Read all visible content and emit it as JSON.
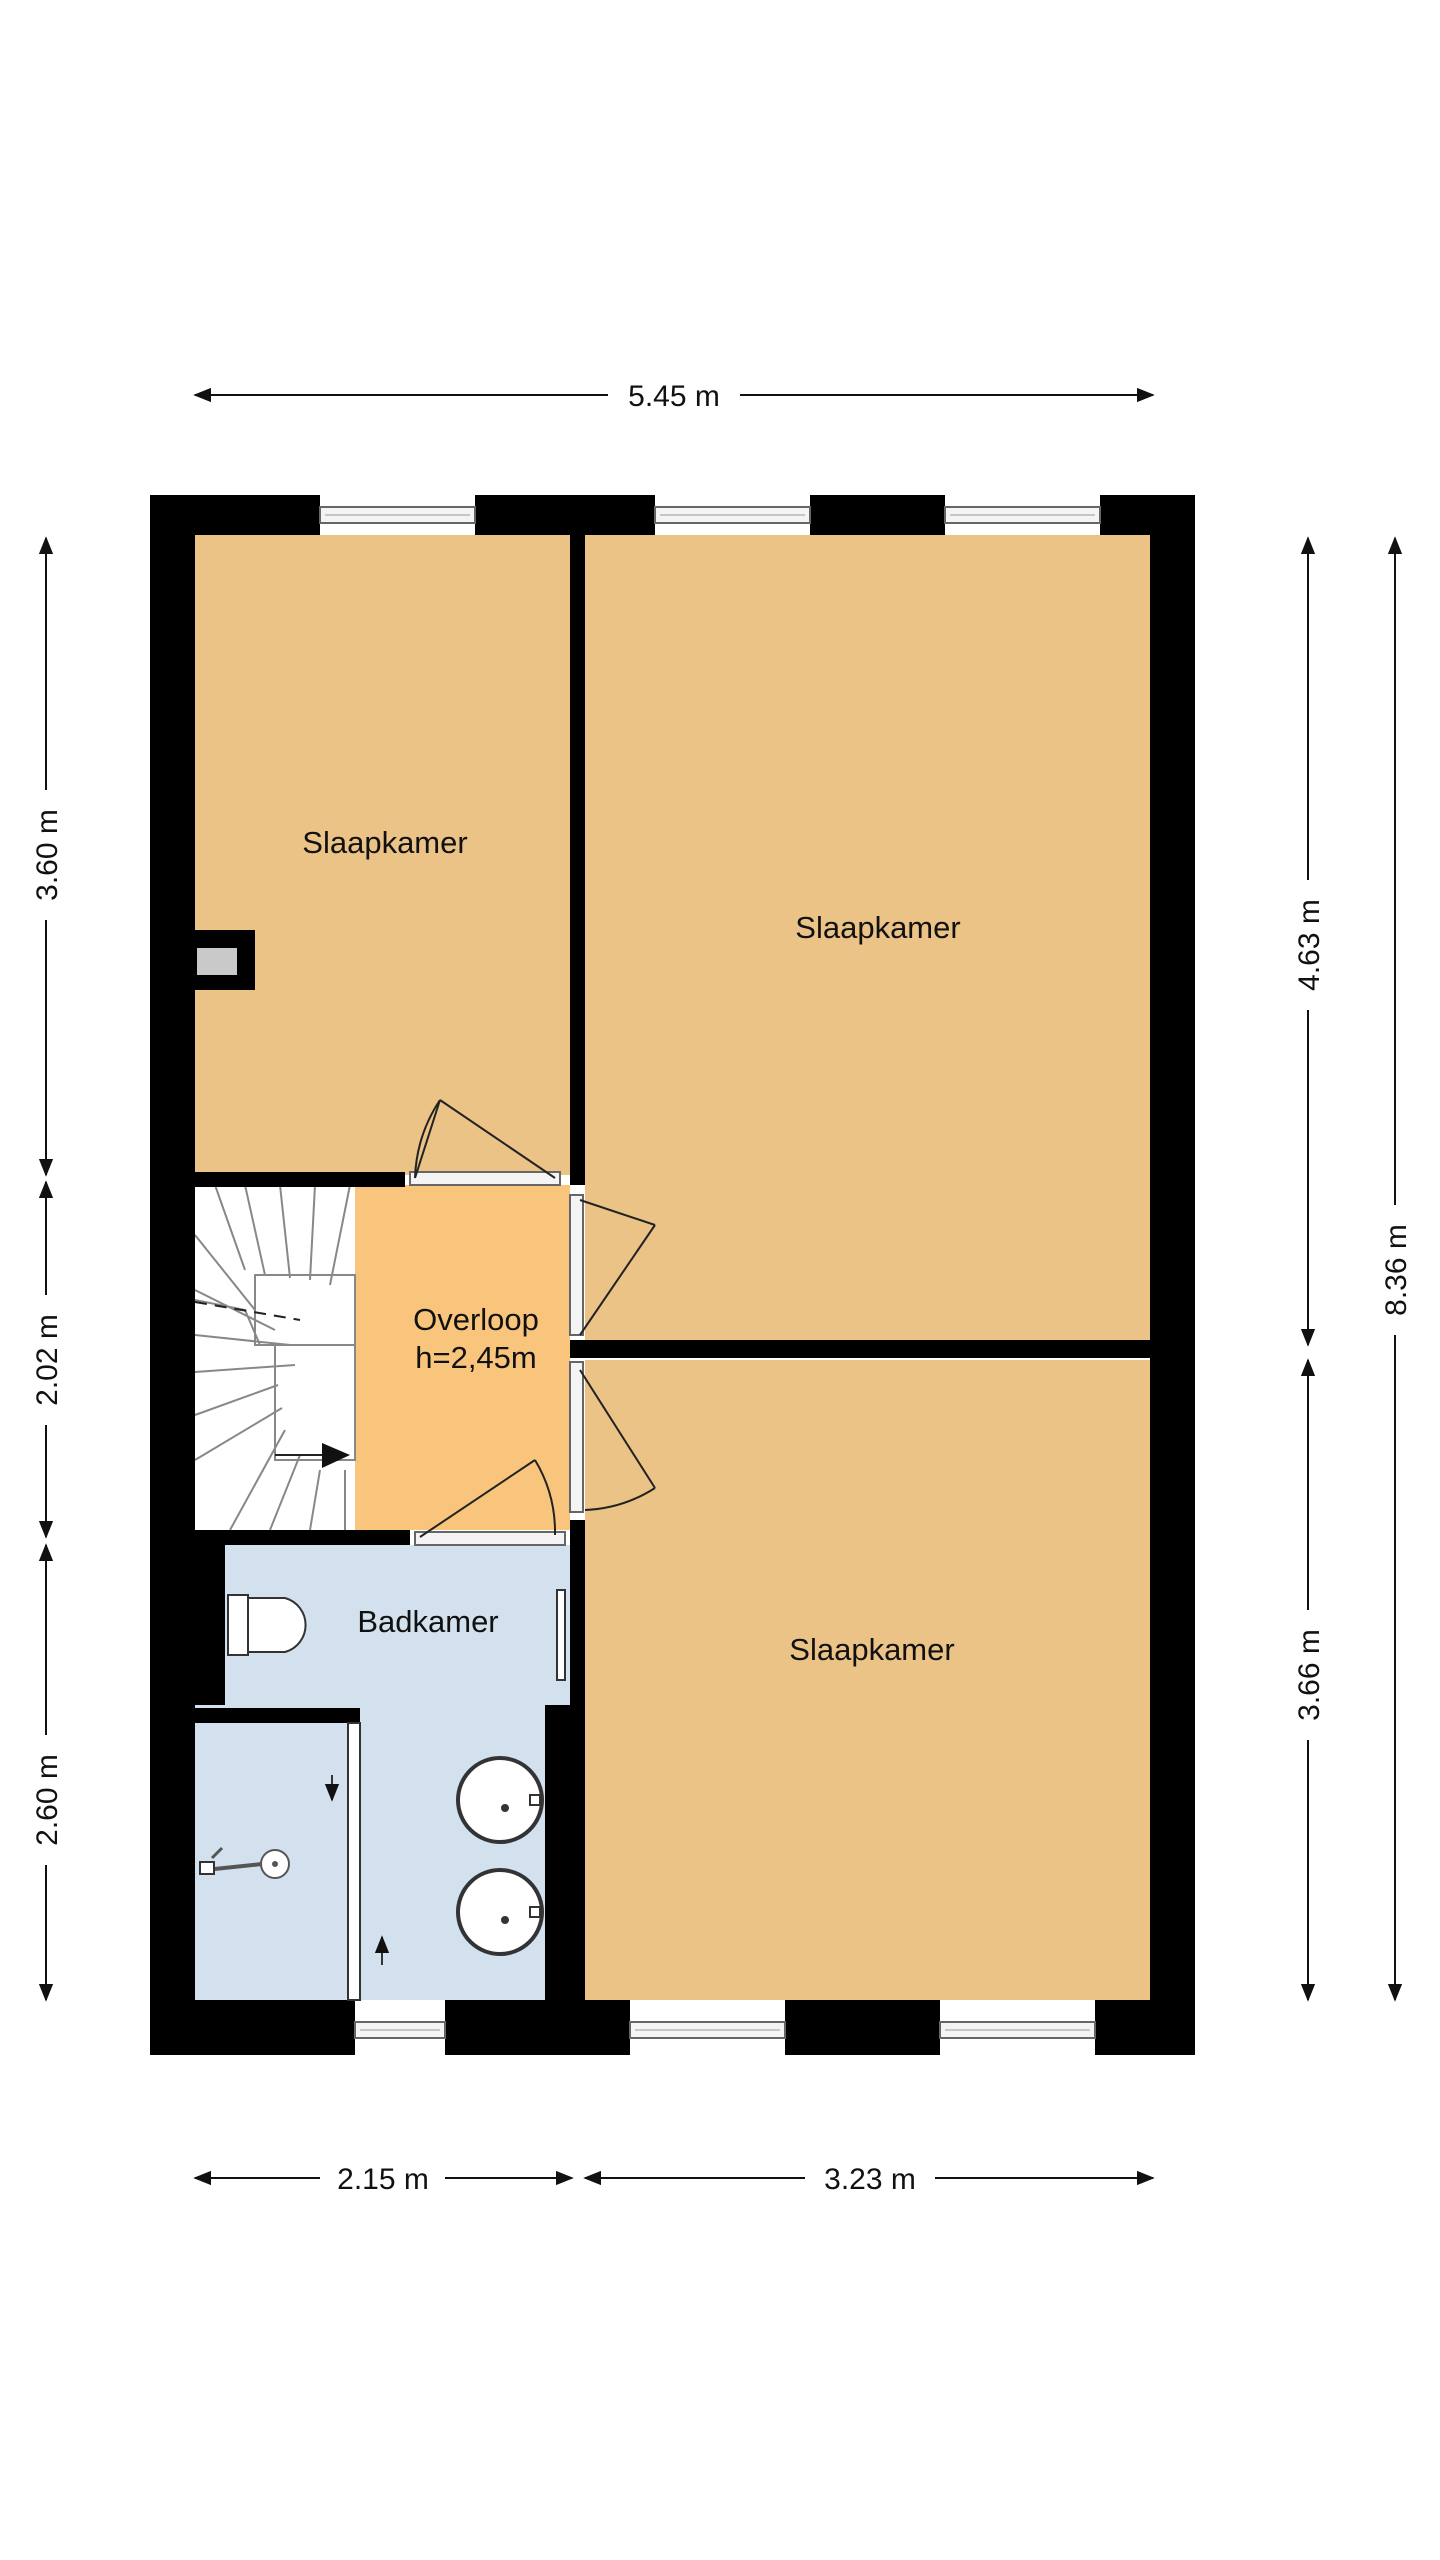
{
  "colors": {
    "bedroom": "#EBC387",
    "landing": "#F9C57D",
    "bathroom": "#D3E0EE",
    "wall": "#000000",
    "background": "#FFFFFF"
  },
  "rooms": {
    "bedroom_top_left": "Slaapkamer",
    "bedroom_top_right": "Slaapkamer",
    "bedroom_bottom_right": "Slaapkamer",
    "landing_name": "Overloop",
    "landing_height": "h=2,45m",
    "bathroom": "Badkamer"
  },
  "dimensions": {
    "top_width": "5.45 m",
    "bottom_left_width": "2.15 m",
    "bottom_right_width": "3.23 m",
    "left_top": "3.60 m",
    "left_middle": "2.02 m",
    "left_bottom": "2.60 m",
    "right_top": "4.63 m",
    "right_bottom": "3.66 m",
    "right_total": "8.36 m"
  },
  "symbols": [
    "stair-arrow-icon",
    "toilet-icon",
    "sink-icon",
    "shower-icon",
    "door-swing-icon",
    "window-icon"
  ]
}
